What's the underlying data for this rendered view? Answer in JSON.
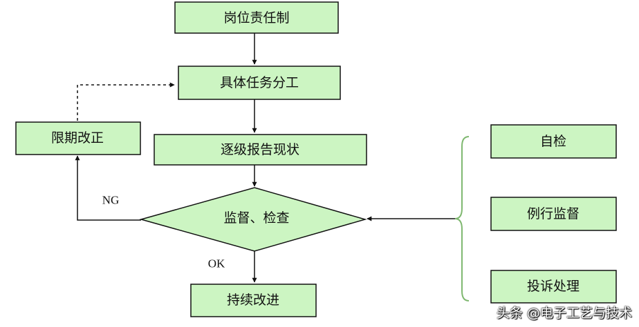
{
  "colors": {
    "box_fill": "#ccf5c2",
    "stroke": "#111111",
    "bracket": "#7fb870"
  },
  "nodes": {
    "post_responsibility": "岗位责任制",
    "task_division": "具体任务分工",
    "report_status": "逐级报告现状",
    "supervise_inspect": "监督、检查",
    "continuous_improve": "持续改进",
    "rectify_deadline": "限期改正",
    "self_check": "自检",
    "routine_supervision": "例行监督",
    "complaint_handling": "投诉处理"
  },
  "edge_labels": {
    "ng": "NG",
    "ok": "OK"
  },
  "watermark": "头条 @电子工艺与技术"
}
